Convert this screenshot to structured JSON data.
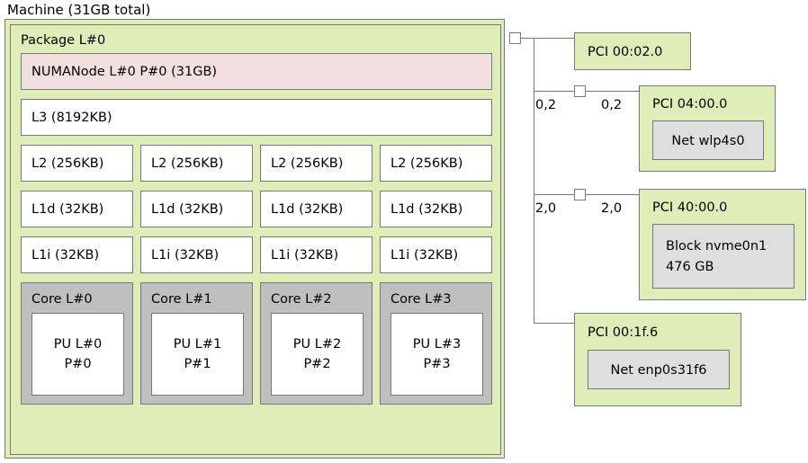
{
  "machine": {
    "title": "Machine (31GB total)",
    "package": {
      "label": "Package L#0",
      "numanode": "NUMANode L#0 P#0 (31GB)",
      "l3": "L3 (8192KB)",
      "l2": [
        "L2 (256KB)",
        "L2 (256KB)",
        "L2 (256KB)",
        "L2 (256KB)"
      ],
      "l1d": [
        "L1d (32KB)",
        "L1d (32KB)",
        "L1d (32KB)",
        "L1d (32KB)"
      ],
      "l1i": [
        "L1i (32KB)",
        "L1i (32KB)",
        "L1i (32KB)",
        "L1i (32KB)"
      ],
      "cores": [
        {
          "label": "Core L#0",
          "pu_line1": "PU L#0",
          "pu_line2": "P#0"
        },
        {
          "label": "Core L#1",
          "pu_line1": "PU L#1",
          "pu_line2": "P#1"
        },
        {
          "label": "Core L#2",
          "pu_line1": "PU L#2",
          "pu_line2": "P#2"
        },
        {
          "label": "Core L#3",
          "pu_line1": "PU L#3",
          "pu_line2": "P#3"
        }
      ]
    }
  },
  "io": {
    "devices": [
      {
        "pci": "PCI 00:02.0",
        "child": null,
        "child_line2": null,
        "edge_left": null,
        "edge_right": null
      },
      {
        "pci": "PCI 04:00.0",
        "child": "Net wlp4s0",
        "child_line2": null,
        "edge_left": "0,2",
        "edge_right": "0,2"
      },
      {
        "pci": "PCI 40:00.0",
        "child": "Block nvme0n1",
        "child_line2": "476 GB",
        "edge_left": "2,0",
        "edge_right": "2,0"
      },
      {
        "pci": "PCI 00:1f.6",
        "child": "Net enp0s31f6",
        "child_line2": null,
        "edge_left": null,
        "edge_right": null
      }
    ]
  },
  "colors": {
    "machine_bg": "#dfeeb9",
    "package_bg": "#dfeeb9",
    "numa_bg": "#f2dfdf",
    "cache_bg": "#ffffff",
    "core_bg": "#bfbfbf",
    "pu_bg": "#ffffff",
    "pci_bg": "#dfeeb9",
    "osdev_bg": "#dedede",
    "border": "#787878",
    "page_bg": "#ffffff"
  }
}
